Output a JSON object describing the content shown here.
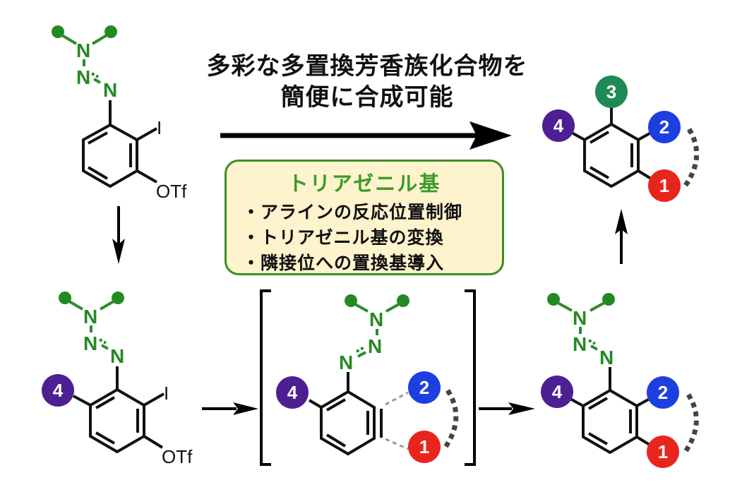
{
  "headline": {
    "line1": "多彩な多置換芳香族化合物を",
    "line2": "簡便に合成可能"
  },
  "info_box": {
    "title": "トリアゼニル基",
    "items": [
      "・アラインの反応位置制御",
      "・トリアゼニル基の変換",
      "・隣接位への置換基導入"
    ]
  },
  "atoms": {
    "N": "N",
    "I": "I",
    "OTf": "OTf"
  },
  "substituents": [
    {
      "label": "1",
      "color": "#e8251d"
    },
    {
      "label": "2",
      "color": "#1e3fe0"
    },
    {
      "label": "3",
      "color": "#1f8a55"
    },
    {
      "label": "4",
      "color": "#4e1f93"
    }
  ],
  "colors": {
    "triazene_green": "#238a23",
    "box_border": "#3d8c2a",
    "box_fill": "#fdf3cc",
    "title_green": "#3b9a2a"
  }
}
